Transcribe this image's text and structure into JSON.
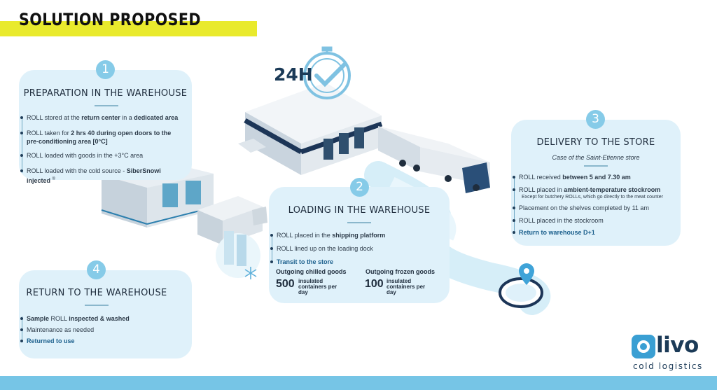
{
  "title": "SOLUTION PROPOSED",
  "timer_label": "24H",
  "stages": {
    "s1": {
      "number": "1",
      "title": "PREPARATION IN THE WAREHOUSE",
      "items": [
        {
          "pre": "ROLL stored at the ",
          "strong": "return center",
          "mid": " in a ",
          "strong2": "dedicated area"
        },
        {
          "pre": "ROLL taken for ",
          "strong": "2 hrs 40 during open doors to the pre-conditioning area [0°C]"
        },
        {
          "pre": "ROLL loaded with goods in the +3°C area"
        },
        {
          "pre": "ROLL loaded with the cold source - ",
          "strong": "SiberSnowi injected",
          "sup": "®"
        }
      ]
    },
    "s2": {
      "number": "2",
      "title": "LOADING IN THE WAREHOUSE",
      "items": [
        {
          "pre": "ROLL placed in the ",
          "strong": "shipping platform"
        },
        {
          "pre": "ROLL lined up on the loading dock"
        },
        {
          "pre": "Transit to the store"
        }
      ],
      "stats": [
        {
          "head": "Outgoing chilled goods",
          "num": "500",
          "unit": [
            "insulated",
            "containers per",
            "day"
          ]
        },
        {
          "head": "Outgoing frozen goods",
          "num": "100",
          "unit": [
            "insulated",
            "containers per",
            "day"
          ]
        }
      ]
    },
    "s3": {
      "number": "3",
      "title": "DELIVERY TO THE STORE",
      "subtitle": "Case of the Saint-Etienne store",
      "items": [
        {
          "pre": "ROLL received ",
          "strong": "between 5 and 7.30 am"
        },
        {
          "pre": "ROLL placed in ",
          "strong": "ambient-temperature stockroom",
          "note": "Except for butchery ROLLs, which go directly to the meat counter"
        },
        {
          "pre": "Placement on the shelves completed by 11 am"
        },
        {
          "pre": "ROLL placed in the stockroom"
        },
        {
          "pre": "Return to warehouse D+1"
        }
      ]
    },
    "s4": {
      "number": "4",
      "title": "RETURN TO THE WAREHOUSE",
      "items": [
        {
          "strong": "Sample",
          "pre": " ROLL ",
          "strong2": "inspected & washed"
        },
        {
          "pre": "Maintenance as needed"
        },
        {
          "pre": "Returned to use"
        }
      ]
    }
  },
  "logo": {
    "text": "livo",
    "sub": "cold logistics"
  },
  "colors": {
    "accent_yellow": "#e9ea2d",
    "card_bg": "#dff1fa",
    "badge": "#86cbe8",
    "highlight": "#1b5f8c",
    "dark_navy": "#1b3a57",
    "bottom_band": "#76c5e6"
  },
  "icons": [
    "stopwatch-check-icon",
    "warehouse-illustration",
    "truck-illustration",
    "snowflake-icon",
    "location-pin-icon"
  ]
}
